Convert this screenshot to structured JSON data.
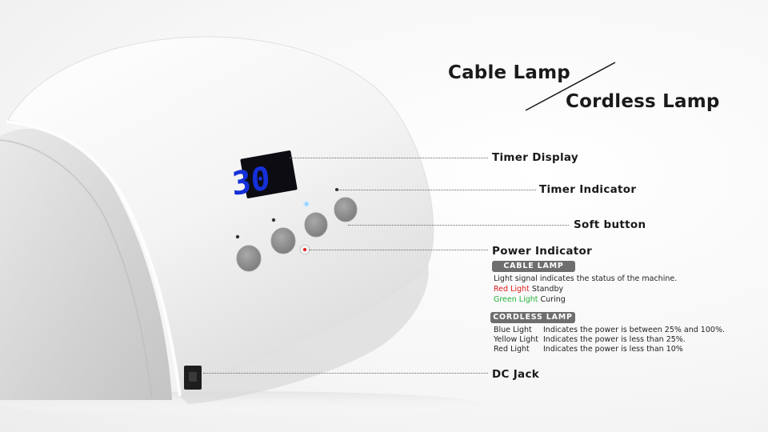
{
  "titles": {
    "cable": "Cable Lamp",
    "cordless": "Cordless Lamp"
  },
  "timer_display_value": "30",
  "callouts": {
    "timer_display": "Timer Display",
    "timer_indicator": "Timer Indicator",
    "soft_button": "Soft button",
    "power_indicator": "Power Indicator",
    "dc_jack": "DC Jack"
  },
  "cable_section": {
    "header": "CABLE LAMP",
    "description": "Light signal indicates the status of the machine.",
    "rows": [
      {
        "light": "Red Light",
        "meaning": "Standby"
      },
      {
        "light": "Green Light",
        "meaning": "Curing"
      }
    ]
  },
  "cordless_section": {
    "header": "CORDLESS LAMP",
    "rows": [
      {
        "light": "Blue Light",
        "meaning": "Indicates the power is between 25% and 100%."
      },
      {
        "light": "Yellow Light",
        "meaning": "Indicates the power is less than 25%."
      },
      {
        "light": "Red Light",
        "meaning": "Indicates the power is less than 10%"
      }
    ]
  },
  "colors": {
    "display_digits": "#1530d8",
    "red": "#e01b1b",
    "green": "#22b33a",
    "blue": "#1d6fd6",
    "yellow": "#f0a000",
    "label_pill": "#6e6e6e"
  }
}
